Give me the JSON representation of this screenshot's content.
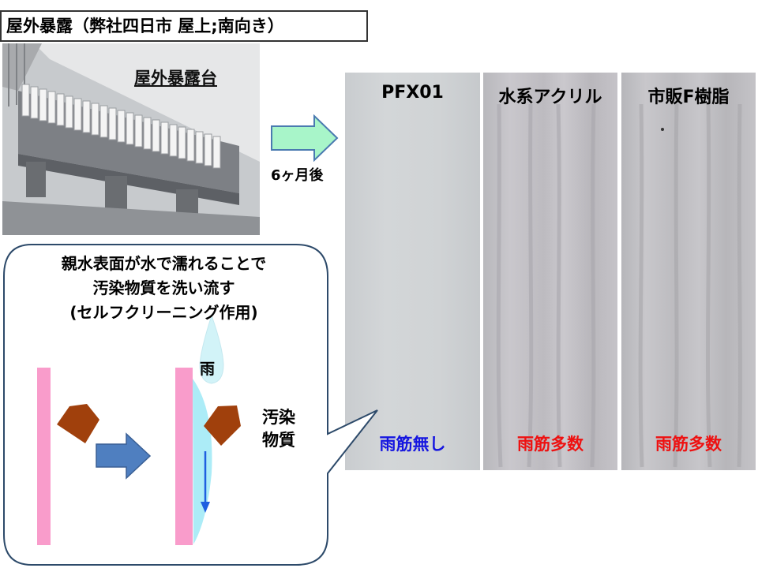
{
  "title": "屋外暴露（弊社四日市 屋上;南向き）",
  "photo": {
    "label": "屋外暴露台"
  },
  "arrow": {
    "label": "6ヶ月後"
  },
  "panels": [
    {
      "name": "PFX01",
      "result": "雨筋無し",
      "result_color": "#1515e0"
    },
    {
      "name": "水系アクリル",
      "result": "雨筋多数",
      "result_color": "#ee1111"
    },
    {
      "name": "市販F樹脂",
      "result": "雨筋多数",
      "result_color": "#ee1111"
    }
  ],
  "callout": {
    "lines": [
      "親水表面が水で濡れることで",
      "汚染物質を洗い流す",
      "(セルフクリーニング作用)"
    ],
    "rain": "雨",
    "pollutant_line1": "汚染",
    "pollutant_line2": "物質"
  },
  "colors": {
    "wall": "#f99ccb",
    "dirt": "#a0400c",
    "flow_arrow": "#4f7fc0",
    "big_arrow_fill": "#a8f5c9",
    "big_arrow_stroke": "#4a7ab0",
    "water": "#9ee9f6",
    "callout_border": "#2d4a6a"
  }
}
